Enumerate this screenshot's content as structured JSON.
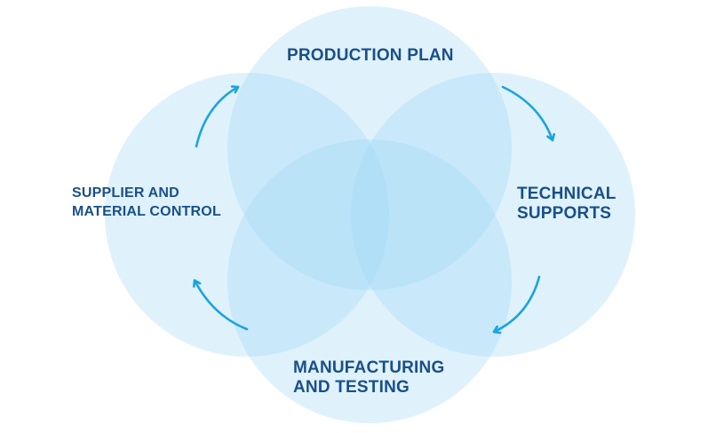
{
  "labels": {
    "top": [
      "PRODUCTION PLAN"
    ],
    "right": [
      "TECHNICAL",
      "SUPPORTS"
    ],
    "bottom": [
      "MANUFACTURING",
      "AND TESTING"
    ],
    "left": [
      "SUPPLIER AND",
      "MATERIAL CONTROL"
    ]
  },
  "colors": {
    "circle_fill": "#9bd8f7",
    "label_text": "#1a4f8a",
    "arrow": "#1aa3e3"
  },
  "icons": {
    "arrow": "curved-arrow-icon"
  }
}
